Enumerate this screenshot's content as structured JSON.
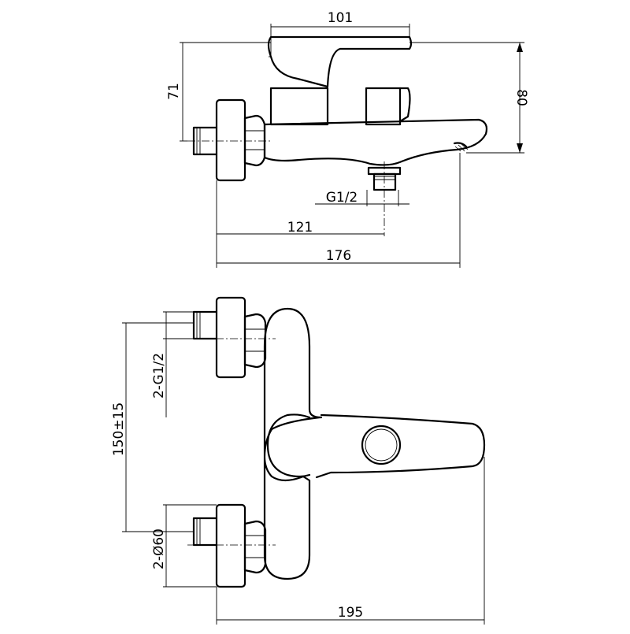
{
  "drawing": {
    "line_color": "#000000",
    "background": "#ffffff",
    "dimensions": {
      "top_width": "101",
      "handle_height": "71",
      "total_height": "80",
      "outlet_thread": "G1/2",
      "outlet_offset": "121",
      "total_depth": "176",
      "inlet_spacing": "150±15",
      "inlet_thread": "2-G1/2",
      "flange_diameter": "2-Ø60",
      "total_width": "195"
    }
  }
}
